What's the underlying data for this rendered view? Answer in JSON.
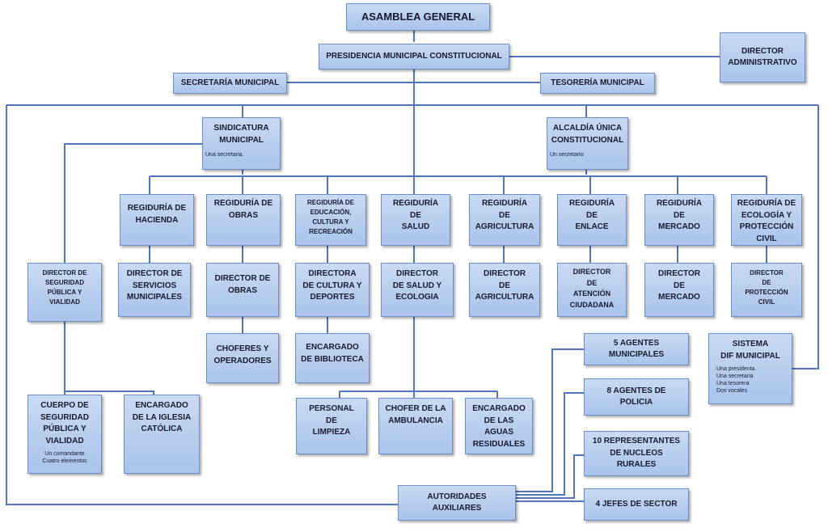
{
  "nodes": {
    "asamblea": "ASAMBLEA GENERAL",
    "presidencia": "PRESIDENCIA MUNICIPAL CONSTITUCIONAL",
    "director_admin": "DIRECTOR\nADMINISTRATIVO",
    "secretaria": "SECRETARÍA MUNICIPAL",
    "tesoreria": "TESORERÍA MUNICIPAL",
    "sindicatura": "SINDICATURA\nMUNICIPAL",
    "sindicatura_note": "Una secretaria.",
    "alcaldia": "ALCALDÍA ÚNICA\nCONSTITUCIONAL",
    "alcaldia_note": "Un secretario",
    "reg_hacienda": "REGIDURÍA DE\nHACIENDA",
    "reg_obras": "REGIDURÍA DE\nOBRAS",
    "reg_educacion": "REGIDURÍA DE\nEDUCACIÓN,\nCULTURA Y\nRECREACIÓN",
    "reg_salud": "REGIDURÍA\nDE\nSALUD",
    "reg_agricultura": "REGIDURÍA\nDE\nAGRICULTURA",
    "reg_enlace": "REGIDURÍA\nDE\nENLACE",
    "reg_mercado": "REGIDURÍA\nDE\nMERCADO",
    "reg_ecologia": "REGIDURÍA DE\nECOLOGÍA Y\nPROTECCIÓN\nCIVIL",
    "dir_seguridad": "DIRECTOR DE\nSEGURIDAD\nPÚBLICA Y\nVIALIDAD",
    "dir_servicios": "DIRECTOR DE\nSERVICIOS\nMUNICIPALES",
    "dir_obras": "DIRECTOR DE\nOBRAS",
    "dir_cultura": "DIRECTORA\nDE CULTURA Y\nDEPORTES",
    "dir_salud": "DIRECTOR\nDE SALUD Y\nECOLOGIA",
    "dir_agricultura": "DIRECTOR\nDE\nAGRICULTURA",
    "dir_atencion": "DIRECTOR\nDE\nATENCIÓN\nCIUDADANA",
    "dir_mercado": "DIRECTOR\nDE\nMERCADO",
    "dir_proteccion": "DIRECTOR\nDE\nPROTECCIÓN\nCIVIL",
    "choferes": "CHOFERES Y\nOPERADORES",
    "biblioteca": "ENCARGADO\nDE BIBLIOTECA",
    "cuerpo_seguridad": "CUERPO DE\nSEGURIDAD\nPÚBLICA Y\nVIALIDAD",
    "cuerpo_note": "Un comandante\nCuatro elementos",
    "iglesia": "ENCARGADO\nDE LA IGLESIA\nCATÓLICA",
    "limpieza": "PERSONAL\nDE\nLIMPIEZA",
    "ambulancia": "CHOFER DE LA\nAMBULANCIA",
    "aguas": "ENCARGADO\nDE LAS\nAGUAS\nRESIDUALES",
    "dif": "SISTEMA\nDIF MUNICIPAL",
    "dif_note": "Una presidenta\nUna secretaria\nUna tesorera\nDos vocales",
    "agentes_mun": "5 AGENTES\nMUNICIPALES",
    "agentes_pol": "8 AGENTES DE\nPOLICIA",
    "representantes": "10 REPRESENTANTES\nDE NUCLEOS\nRURALES",
    "jefes": "4 JEFES DE SECTOR",
    "autoridades": "AUTORIDADES\nAUXILIARES"
  }
}
